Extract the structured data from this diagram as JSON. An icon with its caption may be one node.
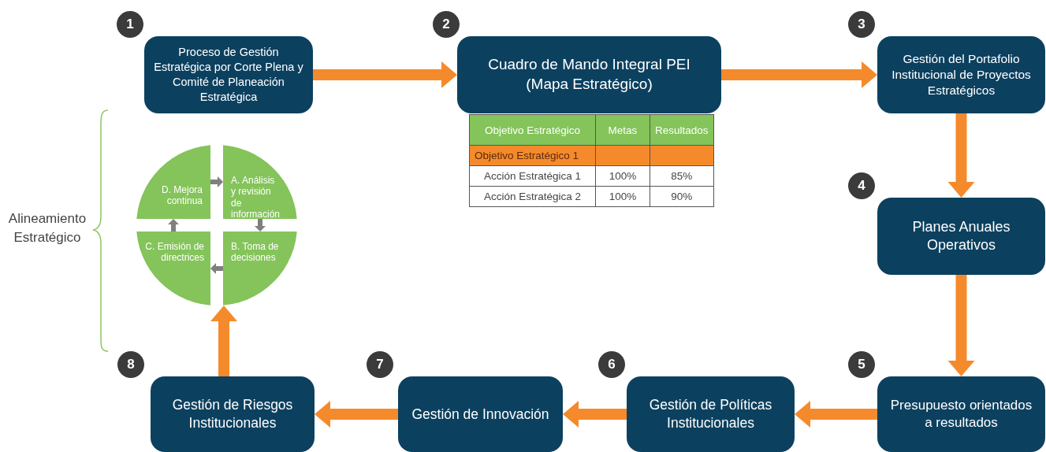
{
  "diagram": {
    "nodes": [
      {
        "text": [
          "Proceso de Gestión Estratégica por Corte Plena y Comité de Planeación Estratégica"
        ],
        "beside": [
          "1"
        ]
      },
      {
        "text": [
          "Cuadro de Mando Integral PEI (Mapa Estratégico)"
        ],
        "beside": [
          "2"
        ]
      },
      {
        "text": [
          "Gestión del Portafolio Institucional de Proyectos Estratégicos"
        ],
        "beside": [
          "3"
        ]
      },
      {
        "text": [
          "Planes Anuales Operativos"
        ],
        "beside": [
          "4"
        ]
      },
      {
        "text": [
          "Presupuesto orientados a resultados"
        ],
        "beside": [
          "5"
        ]
      },
      {
        "text": [
          "Gestión de Políticas Institucionales"
        ],
        "beside": [
          "6"
        ]
      },
      {
        "text": [
          "Gestión de Innovación"
        ],
        "beside": [
          "7"
        ]
      },
      {
        "text": [
          "Gestión de Riesgos Institucionales"
        ],
        "beside": [
          "8"
        ]
      },
      {
        "text": [],
        "shape": "circle"
      },
      {
        "text": [
          "A. Análisis y revisión de información"
        ],
        "in": 8
      },
      {
        "text": [
          "B. Toma de decisiones"
        ],
        "in": 8
      },
      {
        "text": [
          "C. Emisión de directrices"
        ],
        "in": 8
      },
      {
        "text": [
          "D. Mejora continua"
        ],
        "in": 8
      }
    ],
    "edges": [
      {
        "from": 0,
        "to": 1,
        "arrow": "to"
      },
      {
        "from": 1,
        "to": 2,
        "arrow": "to"
      },
      {
        "from": 2,
        "to": 3,
        "arrow": "to"
      },
      {
        "from": 3,
        "to": 4,
        "arrow": "to"
      },
      {
        "from": 4,
        "to": 5,
        "arrow": "to"
      },
      {
        "from": 5,
        "to": 6,
        "arrow": "to"
      },
      {
        "from": 6,
        "to": 7,
        "arrow": "to"
      },
      {
        "from": 7,
        "to": 8,
        "arrow": "to"
      },
      {
        "from": 12,
        "to": 9,
        "arrow": "to",
        "color": "#7f7f80"
      },
      {
        "from": 9,
        "to": 10,
        "arrow": "to",
        "color": "#7f7f80"
      },
      {
        "from": 10,
        "to": 11,
        "arrow": "to",
        "color": "#7f7f80"
      },
      {
        "from": 11,
        "to": 12,
        "arrow": "to",
        "color": "#7f7f80"
      }
    ],
    "labels": [
      "Objetivo Estratégico",
      "Metas",
      "Resultados",
      "Objetivo Estratégico 1",
      "Acción Estratégica 1",
      "100%",
      "85%",
      "Acción Estratégica 2",
      "100%",
      "90%",
      "Alineamiento Estratégico"
    ]
  }
}
